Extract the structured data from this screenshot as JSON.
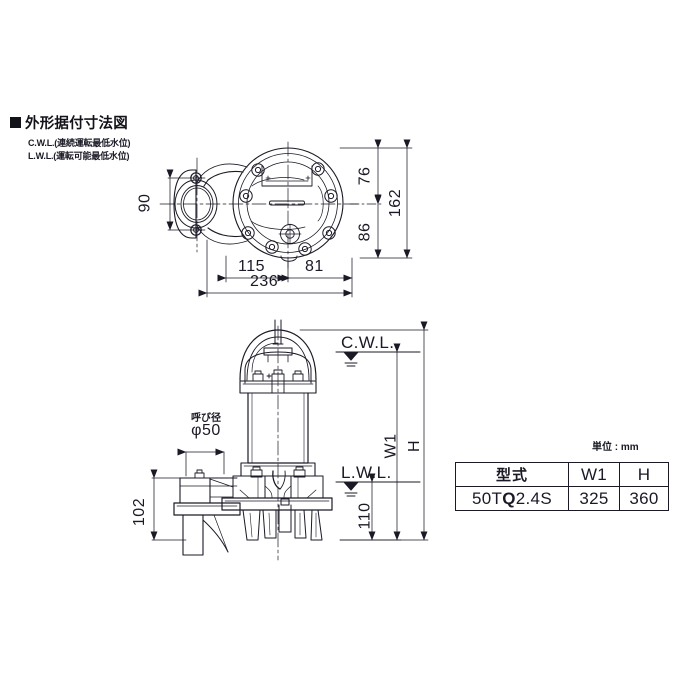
{
  "section": {
    "title": "外形据付寸法図",
    "legend": [
      "C.W.L.(連続運転最低水位)",
      "L.W.L.(運転可能最低水位)"
    ]
  },
  "top_view": {
    "dimensions": {
      "left_height": "90",
      "upper_offset": "76",
      "lower_offset": "86",
      "total_depth": "162",
      "left_width": "115",
      "right_width": "81",
      "total_width": "236"
    }
  },
  "front_view": {
    "water_levels": {
      "continuous": "C.W.L.",
      "low": "L.W.L."
    },
    "dimensions": {
      "overall_w1": "W1",
      "overall_h": "H",
      "lwl_height": "110",
      "base_height": "102"
    },
    "nominal_diameter": {
      "label": "呼び径",
      "value": "φ50"
    }
  },
  "unit_note": "単位 : mm",
  "spec_table": {
    "headers": [
      "型式",
      "W1",
      "H"
    ],
    "rows": [
      {
        "model_prefix": "50T",
        "model_bold": "Q",
        "model_suffix": "2.4S",
        "w1": "325",
        "h": "360"
      }
    ]
  },
  "colors": {
    "line": "#1a1a26",
    "background": "#ffffff"
  }
}
